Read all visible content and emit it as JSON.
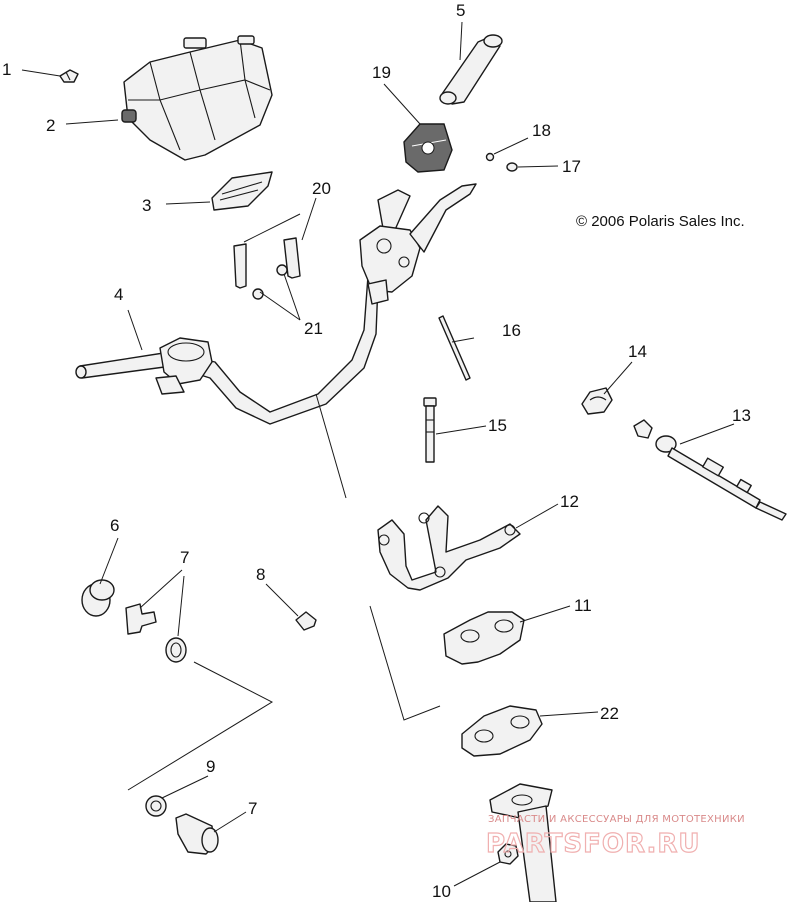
{
  "diagram": {
    "copyright": "© 2006 Polaris Sales Inc.",
    "callouts": [
      "1",
      "2",
      "3",
      "4",
      "5",
      "6",
      "7",
      "7",
      "8",
      "9",
      "10",
      "11",
      "12",
      "13",
      "14",
      "15",
      "16",
      "17",
      "18",
      "19",
      "20",
      "21",
      "22"
    ],
    "watermark": {
      "tagline": "ЗАПЧАСТИ И АКСЕССУАРЫ ДЛЯ МОТОТЕХНИКИ",
      "brand": "PARTSFOR.RU"
    }
  }
}
